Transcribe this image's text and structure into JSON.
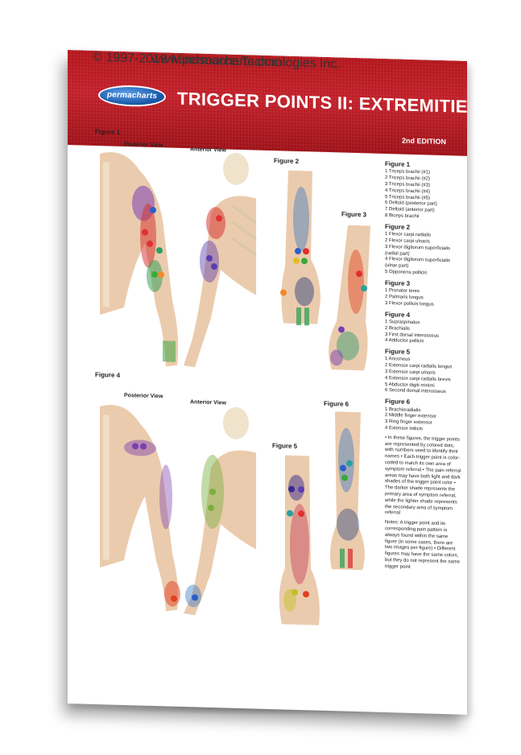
{
  "header": {
    "logo": "permacharts",
    "title": "TRIGGER POINTS II: EXTREMITIES",
    "edition": "2nd EDITION"
  },
  "figures": {
    "fig1": "Figure 1",
    "fig1_posterior": "Posterior View",
    "fig1_anterior": "Anterior View",
    "fig2": "Figure 2",
    "fig3": "Figure 3",
    "fig4": "Figure 4",
    "fig4_posterior": "Posterior View",
    "fig4_anterior": "Anterior View",
    "fig5": "Figure 5",
    "fig6": "Figure 6"
  },
  "legend": {
    "figure1": {
      "heading": "Figure 1",
      "items": [
        "1 Triceps brachii (#1)",
        "2 Triceps brachii (#2)",
        "3 Triceps brachii (#3)",
        "4 Triceps brachii (#4)",
        "5 Triceps brachii (#5)",
        "6 Deltoid (posterior part)",
        "7 Deltoid (anterior part)",
        "8 Biceps brachii"
      ]
    },
    "figure2": {
      "heading": "Figure 2",
      "items": [
        "1 Flexor carpi radialis",
        "2 Flexor carpi ulnaris",
        "3 Flexor digitorum superficialis (radial part)",
        "4 Flexor digitorum superficialis (ulnar part)",
        "5 Opponens pollicis"
      ]
    },
    "figure3": {
      "heading": "Figure 3",
      "items": [
        "1 Pronator teres",
        "2 Palmaris longus",
        "3 Flexor pollicis longus"
      ]
    },
    "figure4": {
      "heading": "Figure 4",
      "items": [
        "1 Supraspinatus",
        "2 Brachialis",
        "3 First dorsal interosseus",
        "4 Adductor pollicis"
      ]
    },
    "figure5": {
      "heading": "Figure 5",
      "items": [
        "1 Anconeus",
        "2 Extensor carpi radialis longus",
        "3 Extensor carpi ulnaris",
        "4 Extensor carpi radialis brevis",
        "5 Abductor digiti minimi",
        "6 Second dorsal interosseus"
      ]
    },
    "figure6": {
      "heading": "Figure 6",
      "items": [
        "1 Brachioradialis",
        "2 Middle finger extensor",
        "3 Ring finger extensor",
        "4 Extensor indicis"
      ]
    },
    "note1": "• In these figures, the trigger points are represented by colored dots, with numbers used to identify their names • Each trigger point is color-coded to match its own area of symptom referral • The pain referral areas may have both light and dark shades of the trigger point color • The darker shade represents the primary area of symptom referral, while the lighter shade represents the secondary area of symptom referral",
    "note2": "Notes: A trigger point and its corresponding pain pattern is always found within the same figure (in some cases, there are two images per figure) • Different figures may have the same colors, but they do not represent the same trigger point"
  },
  "footer": {
    "url": "www.permacharts.com",
    "copyright": "© 1997-2018 Mindsource Technologies Inc."
  },
  "colors": {
    "header_red": "#b3161c",
    "skin": "#e9c9a8",
    "bone": "#efe3cc"
  }
}
